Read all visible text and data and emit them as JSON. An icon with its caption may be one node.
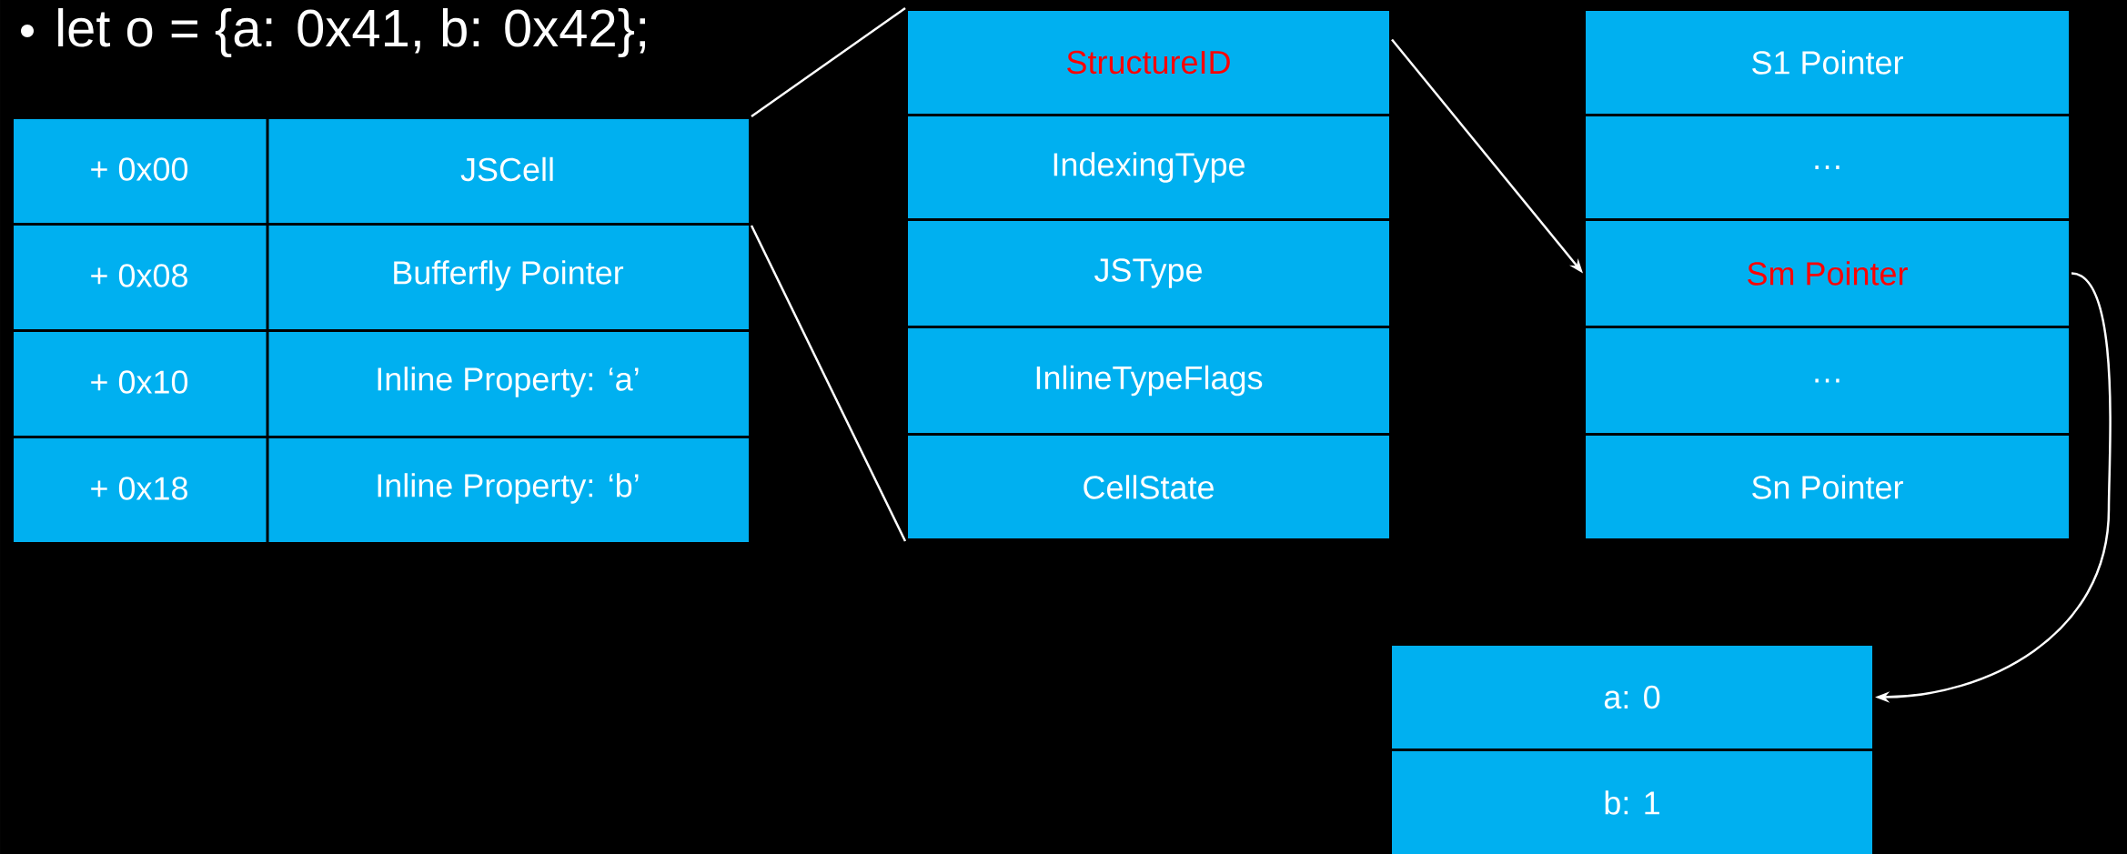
{
  "diagram": {
    "title": "let o = {a: 0x41, b: 0x42};",
    "nodes": [
      {
        "text": [
          "+ 0x00",
          "JSCell"
        ]
      },
      {
        "text": [
          "+ 0x08",
          "Bufferfly Pointer"
        ]
      },
      {
        "text": [
          "+ 0x10",
          "Inline Property: ‘a’"
        ]
      },
      {
        "text": [
          "+ 0x18",
          "Inline Property: ‘b’"
        ]
      },
      {
        "text": [
          "StructureID"
        ]
      },
      {
        "text": [
          "IndexingType"
        ]
      },
      {
        "text": [
          "JSType"
        ]
      },
      {
        "text": [
          "InlineTypeFlags"
        ]
      },
      {
        "text": [
          "CellState"
        ]
      },
      {
        "text": [
          "S1 Pointer"
        ]
      },
      {
        "text": [
          "…"
        ]
      },
      {
        "text": [
          "Sm Pointer"
        ]
      },
      {
        "text": [
          "…"
        ]
      },
      {
        "text": [
          "Sn Pointer"
        ]
      },
      {
        "text": [
          "a: 0"
        ]
      },
      {
        "text": [
          "b: 1"
        ]
      }
    ],
    "edges": [
      {
        "from": 0,
        "to": 4,
        "arrow": "none"
      },
      {
        "from": 0,
        "to": 8,
        "arrow": "none"
      },
      {
        "from": 4,
        "to": 11,
        "arrow": "to"
      },
      {
        "from": 11,
        "to": 14,
        "arrow": "to"
      }
    ]
  }
}
